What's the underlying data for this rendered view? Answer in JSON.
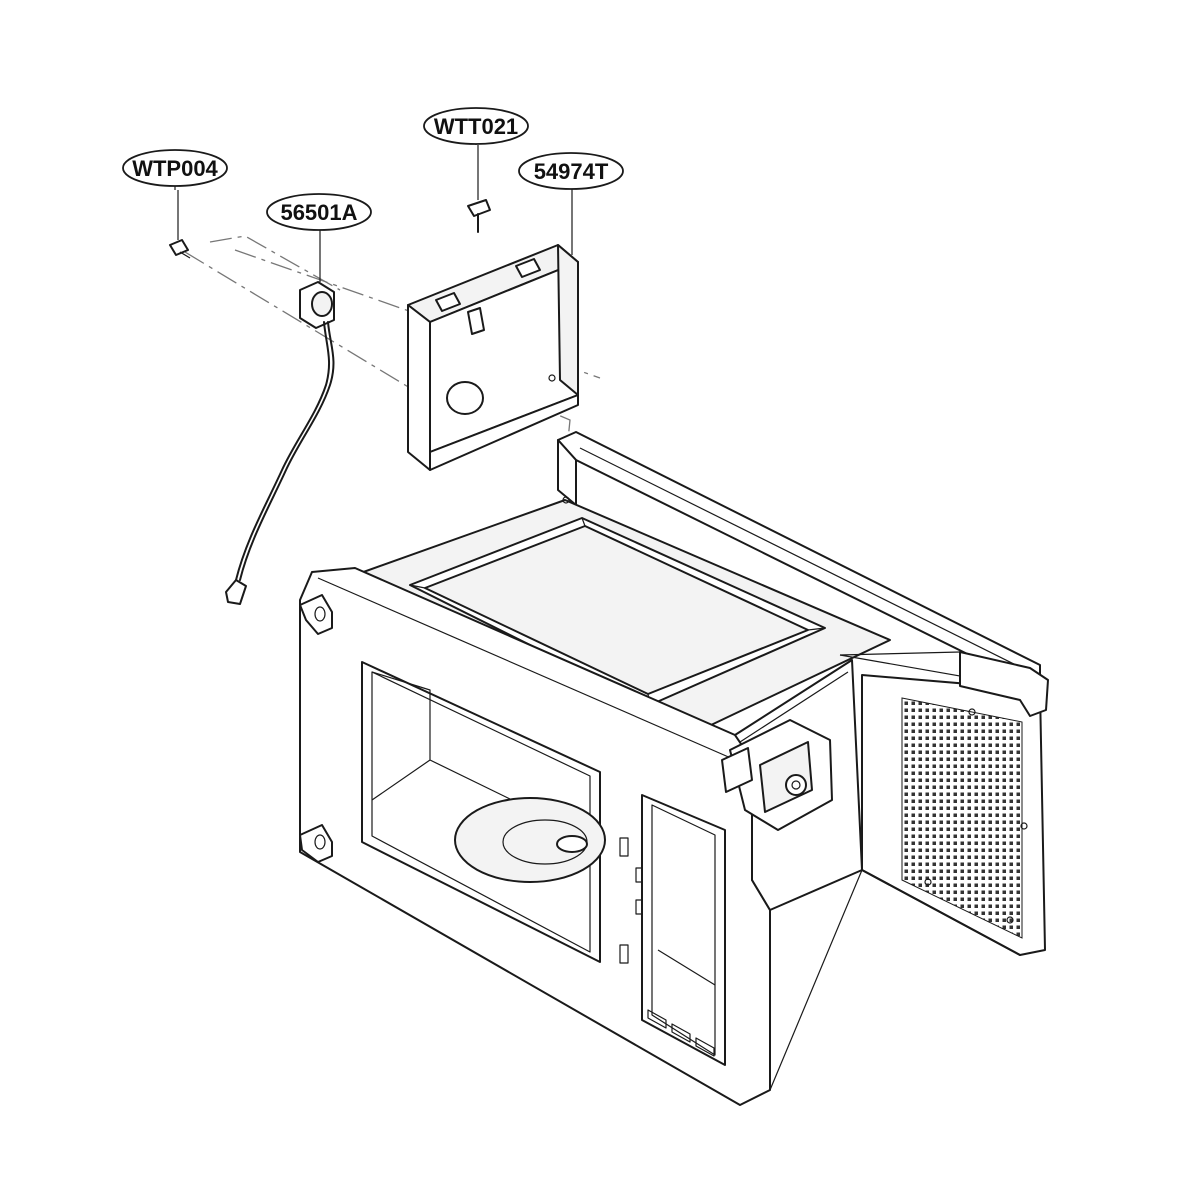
{
  "callouts": [
    {
      "id": "wtp004",
      "text": "WTP004"
    },
    {
      "id": "p56501a",
      "text": "56501A"
    },
    {
      "id": "wtt021",
      "text": "WTT021"
    },
    {
      "id": "p54974t",
      "text": "54974T"
    }
  ],
  "colors": {
    "line": "#1a1a1a",
    "paper": "#ffffff",
    "shade": "#f3f3f3"
  }
}
